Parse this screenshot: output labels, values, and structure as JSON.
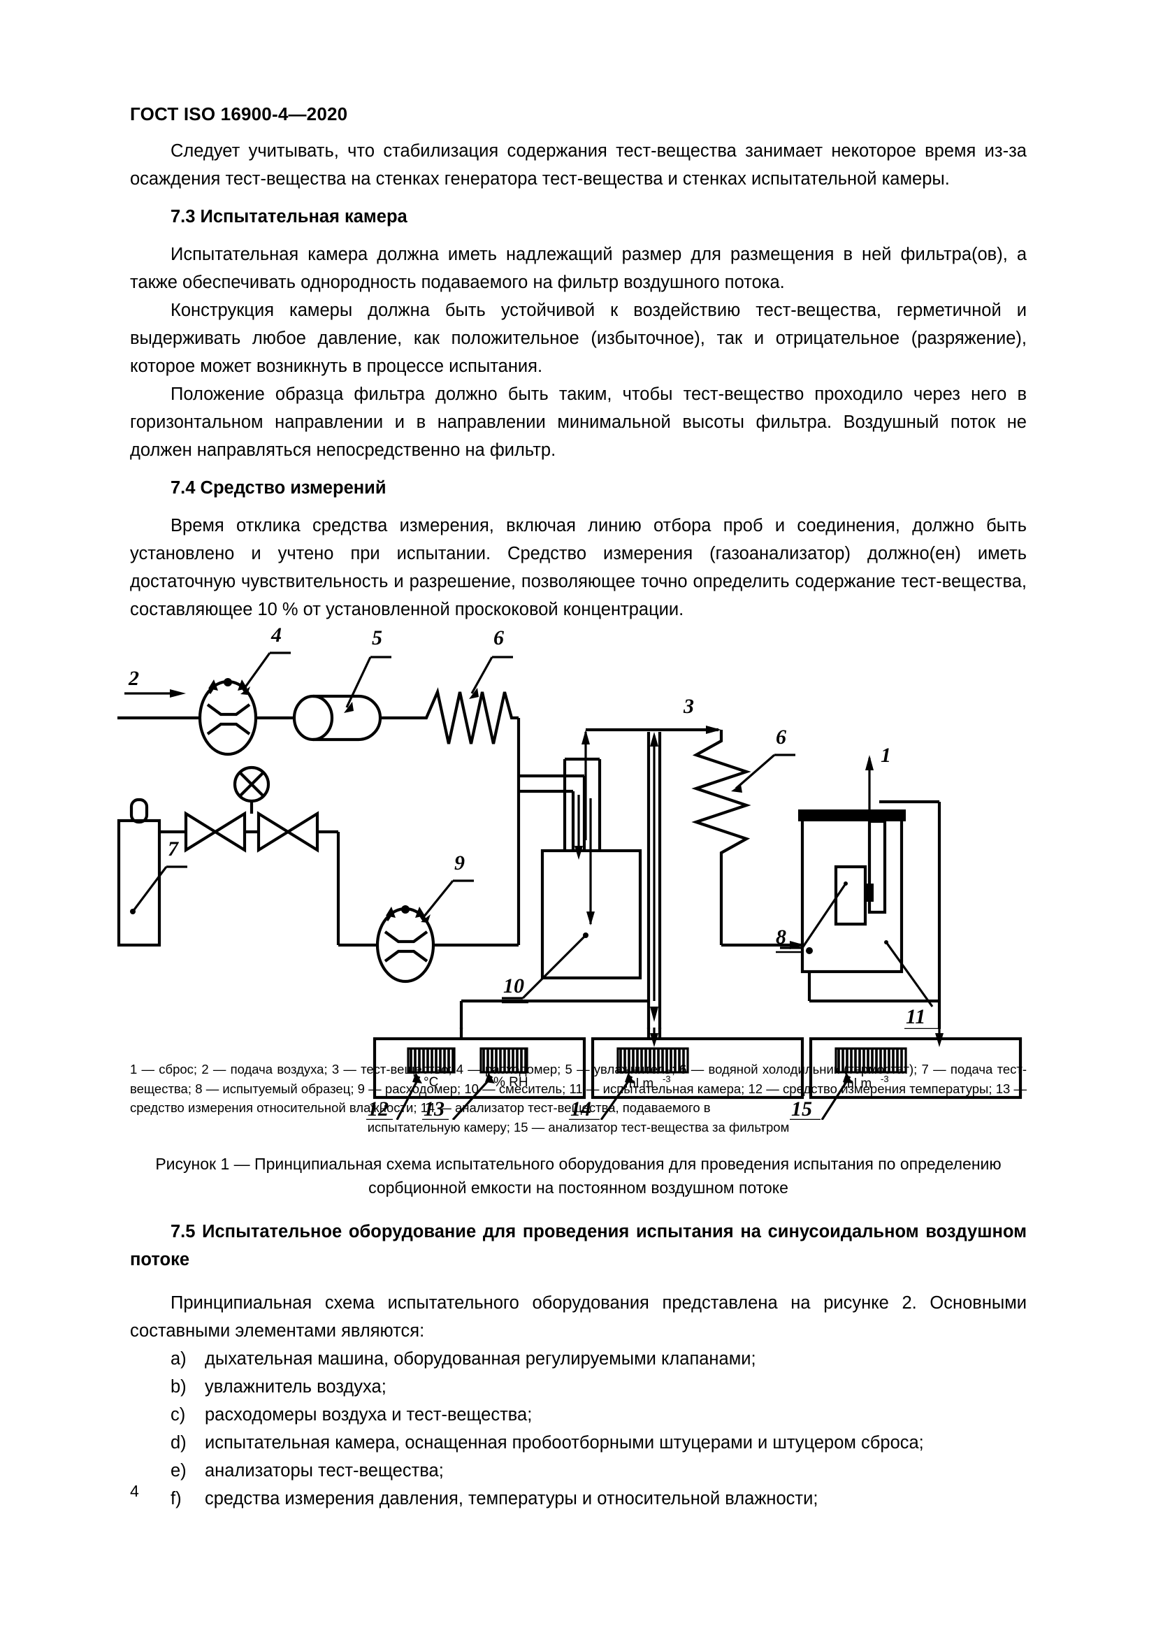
{
  "header": {
    "standard_title": "ГОСТ ISO 16900-4—2020"
  },
  "body": {
    "para_1": "Следует учитывать, что стабилизация содержания тест-вещества занимает некоторое время из-за осаждения тест-вещества на стенках генератора тест-вещества и стенках испытательной камеры.",
    "heading_7_3": "7.3 Испытательная камера",
    "para_2": "Испытательная камера должна иметь надлежащий размер для размещения в ней фильтра(ов), а также обеспечивать однородность подаваемого на фильтр воздушного потока.",
    "para_3": "Конструкция камеры должна быть устойчивой к воздействию тест-вещества, герметичной и выдерживать любое давление, как положительное (избыточное), так и отрицательное (разряжение), которое может возникнуть в процессе испытания.",
    "para_4": "Положение образца фильтра должно быть таким, чтобы тест-вещество проходило через него в горизонтальном направлении и в направлении минимальной высоты фильтра. Воздушный поток не должен направляться непосредственно на фильтр.",
    "heading_7_4": "7.4 Средство измерений",
    "para_5": "Время отклика средства измерения, включая линию отбора проб и соединения, должно быть установлено и учтено при испытании. Средство измерения (газоанализатор) должно(ен) иметь достаточную чувствительность и разрешение, позволяющее точно определить содержание тест-вещества, составляющее 10 % от установленной проскоковой концентрации.",
    "heading_7_5": "7.5 Испытательное оборудование для проведения испытания на синусоидальном воздушном потоке",
    "para_6": "Принципиальная схема испытательного оборудования представлена на рисунке 2. Основными составными элементами являются:",
    "list_items": [
      {
        "marker": "a)",
        "text": "дыхательная машина, оборудованная регулируемыми клапанами;"
      },
      {
        "marker": "b)",
        "text": "увлажнитель воздуха;"
      },
      {
        "marker": "c)",
        "text": "расходомеры воздуха и тест-вещества;"
      },
      {
        "marker": "d)",
        "text": "испытательная камера, оснащенная пробоотборными штуцерами и штуцером сброса;"
      },
      {
        "marker": "e)",
        "text": "анализаторы тест-вещества;"
      },
      {
        "marker": "f)",
        "text": "средства измерения давления, температуры и относительной влажности;"
      }
    ]
  },
  "figure": {
    "callout_numbers": [
      "1",
      "2",
      "3",
      "4",
      "5",
      "6",
      "7",
      "8",
      "9",
      "10",
      "11",
      "12",
      "13",
      "14",
      "15"
    ],
    "instrument_units": {
      "temperature": "°C",
      "humidity": "% RH",
      "analyzer_inlet_base": "ml m",
      "analyzer_inlet_exp": "-3",
      "analyzer_outlet_base": "ml m",
      "analyzer_outlet_exp": "-3"
    },
    "legend_line_1": "1 — сброс; 2 — подача воздуха; 3 — тест-вещество; 4 — расходомер; 5 — увлажнитель; 6 — водяной холодильник (термостат); 7 —",
    "legend_line_2": "подача тест-вещества; 8 — испытуемый образец; 9 — расходомер; 10 — смеситель; 11 — испытательная камера; 12 — средство",
    "legend_line_3": "измерения температуры; 13 — средство измерения относительной влажности; 14 — анализатор тест-вещества, подаваемого в",
    "legend_line_4": "испытательную камеру; 15 — анализатор тест-вещества за фильтром",
    "caption_line_1": "Рисунок 1 — Принципиальная схема испытательного оборудования для проведения испытания по определению",
    "caption_line_2": "сорбционной емкости на постоянном воздушном потоке"
  },
  "footer": {
    "page_number": "4"
  }
}
